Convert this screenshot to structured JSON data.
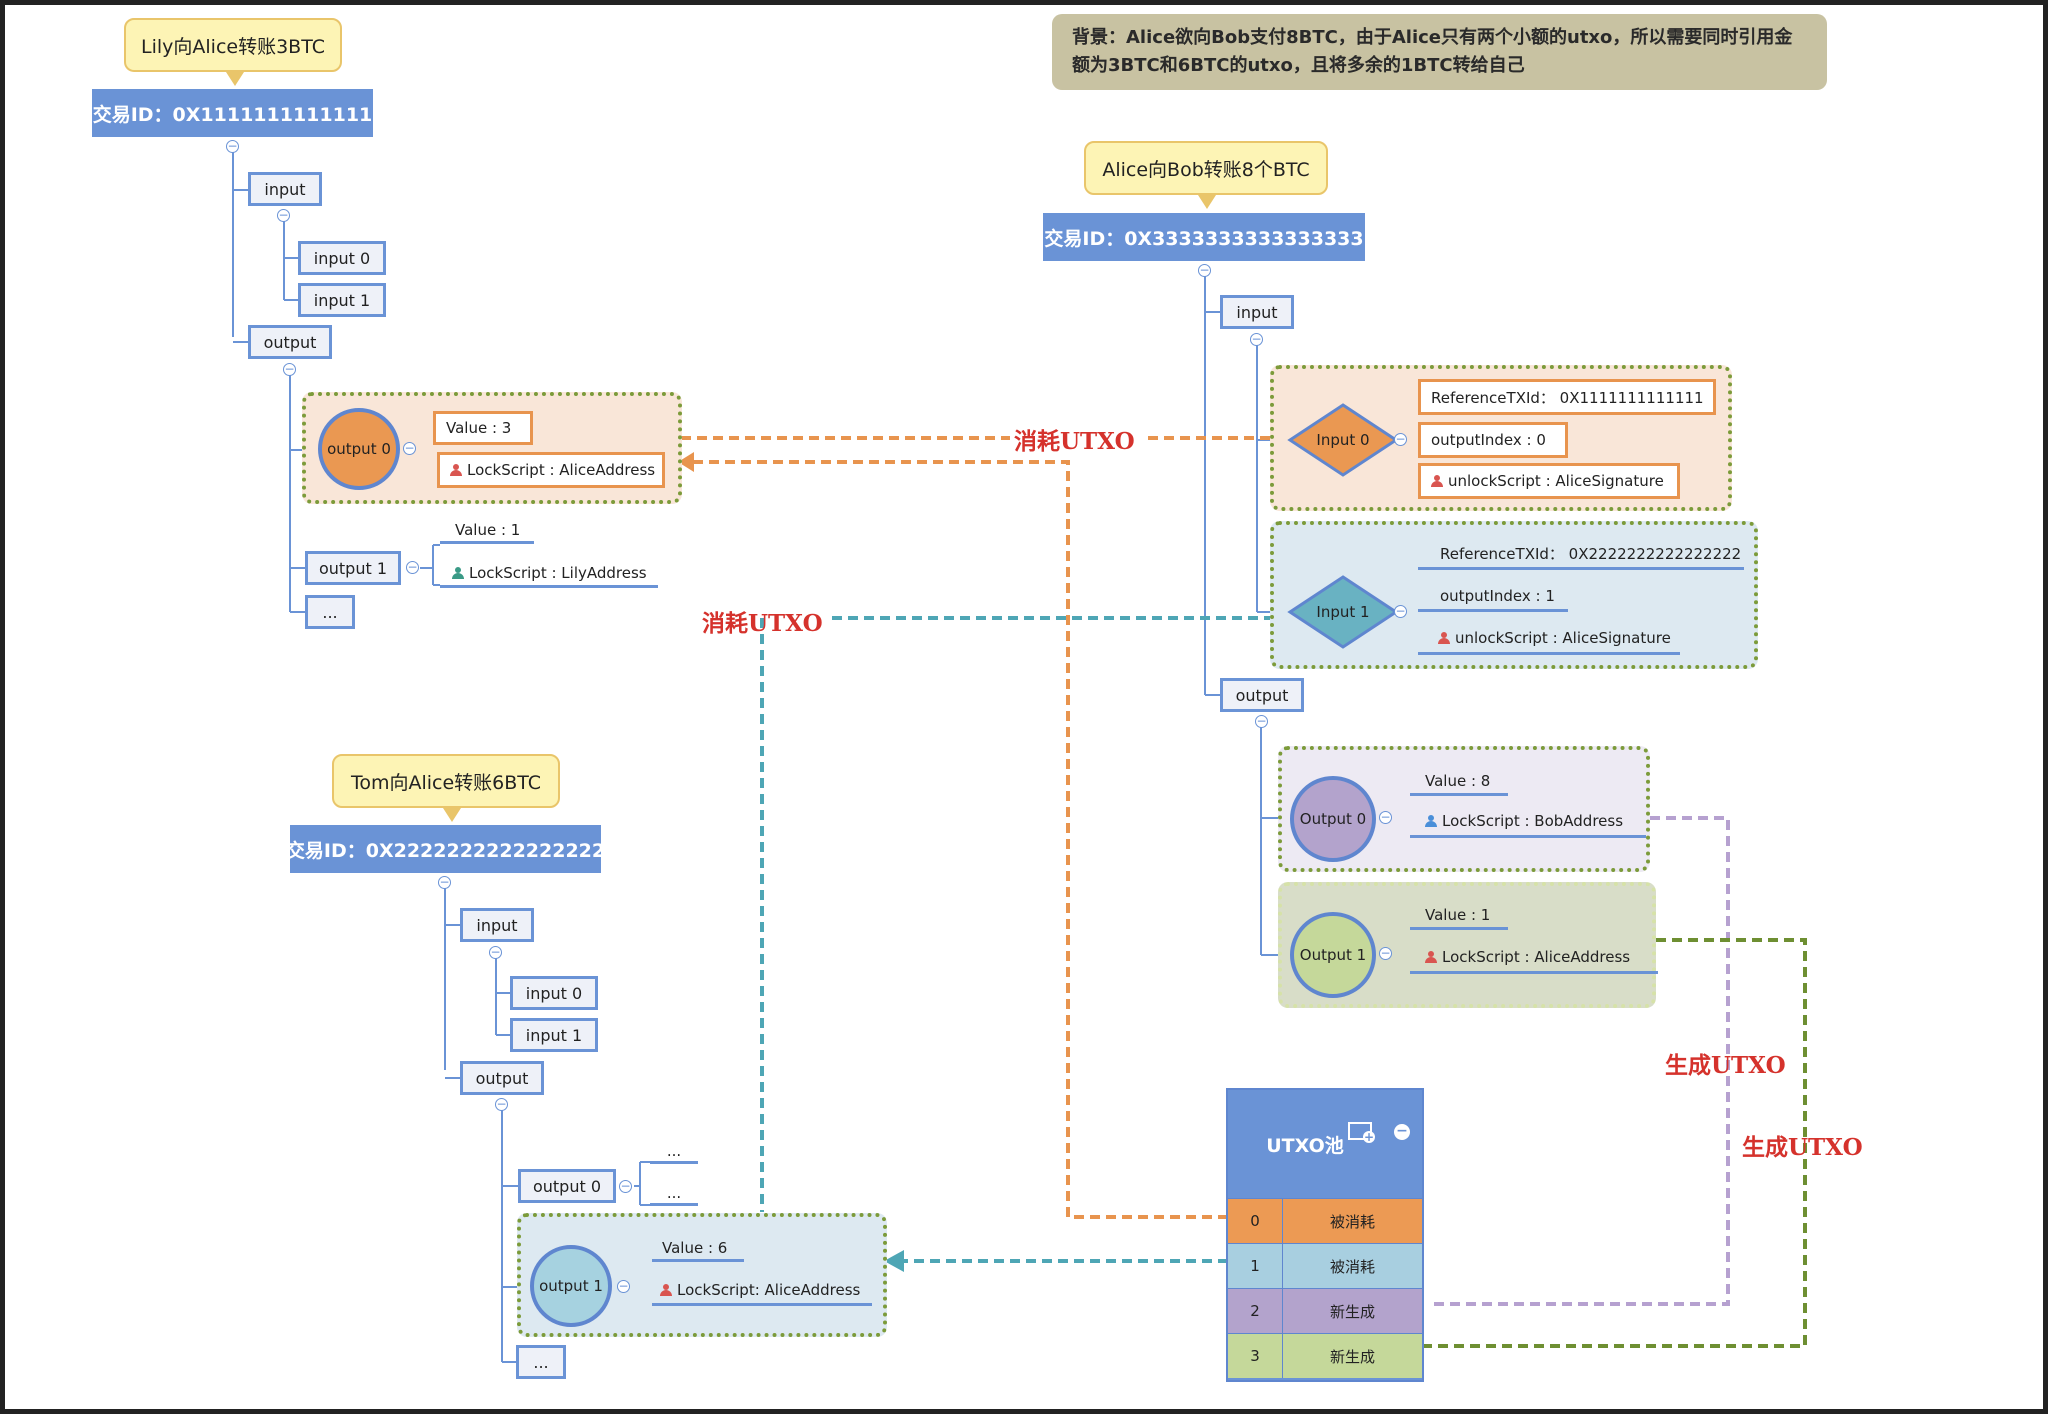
{
  "background_note": "背景：Alice欲向Bob支付8BTC，由于Alice只有两个小额的utxo，所以需要同时引用金额为3BTC和6BTC的utxo，且将多余的1BTC转给自己",
  "tx1": {
    "callout": "Lily向Alice转账3BTC",
    "id": "交易ID：0X1111111111111",
    "input": "input",
    "input0": "input 0",
    "input1": "input 1",
    "output": "output",
    "output0": "output 0",
    "output0_value": "Value : 3",
    "output0_lock": "LockScript : AliceAddress",
    "output1": "output 1",
    "output1_value": "Value : 1",
    "output1_lock": "LockScript : LilyAddress",
    "more": "..."
  },
  "tx2": {
    "callout": "Tom向Alice转账6BTC",
    "id": "交易ID：0X2222222222222222",
    "input": "input",
    "input0": "input 0",
    "input1": "input 1",
    "output": "output",
    "output0": "output 0",
    "output0_sub1": "...",
    "output0_sub2": "...",
    "output1": "output 1",
    "output1_value": "Value : 6",
    "output1_lock": "LockScript: AliceAddress",
    "more": "..."
  },
  "tx3": {
    "callout": "Alice向Bob转账8个BTC",
    "id": "交易ID：0X3333333333333333",
    "input": "input",
    "input0": "Input 0",
    "input0_ref": "ReferenceTXId： 0X1111111111111",
    "input0_index": "outputIndex : 0",
    "input0_unlock": "unlockScript : AliceSignature",
    "input1": "Input 1",
    "input1_ref": "ReferenceTXId： 0X2222222222222222",
    "input1_index": "outputIndex : 1",
    "input1_unlock": "unlockScript : AliceSignature",
    "output": "output",
    "output0": "Output 0",
    "output0_value": "Value : 8",
    "output0_lock": "LockScript : BobAddress",
    "output1": "Output 1",
    "output1_value": "Value : 1",
    "output1_lock": "LockScript : AliceAddress"
  },
  "labels": {
    "consume1": "消耗UTXO",
    "consume2": "消耗UTXO",
    "gen1": "生成UTXO",
    "gen2": "生成UTXO"
  },
  "utxo_pool": {
    "title": "UTXO池",
    "rows": [
      {
        "index": "0",
        "status": "被消耗",
        "color": "#ec9a54"
      },
      {
        "index": "1",
        "status": "被消耗",
        "color": "#a8cfe0"
      },
      {
        "index": "2",
        "status": "新生成",
        "color": "#b3a3cc"
      },
      {
        "index": "3",
        "status": "新生成",
        "color": "#c5d89a"
      }
    ]
  },
  "colors": {
    "orange": "#e8944e",
    "teal": "#4ea6b5",
    "purple": "#b6a1d0",
    "green": "#6e8f32",
    "blue": "#6a93d6",
    "red_text": "#d5322c"
  }
}
